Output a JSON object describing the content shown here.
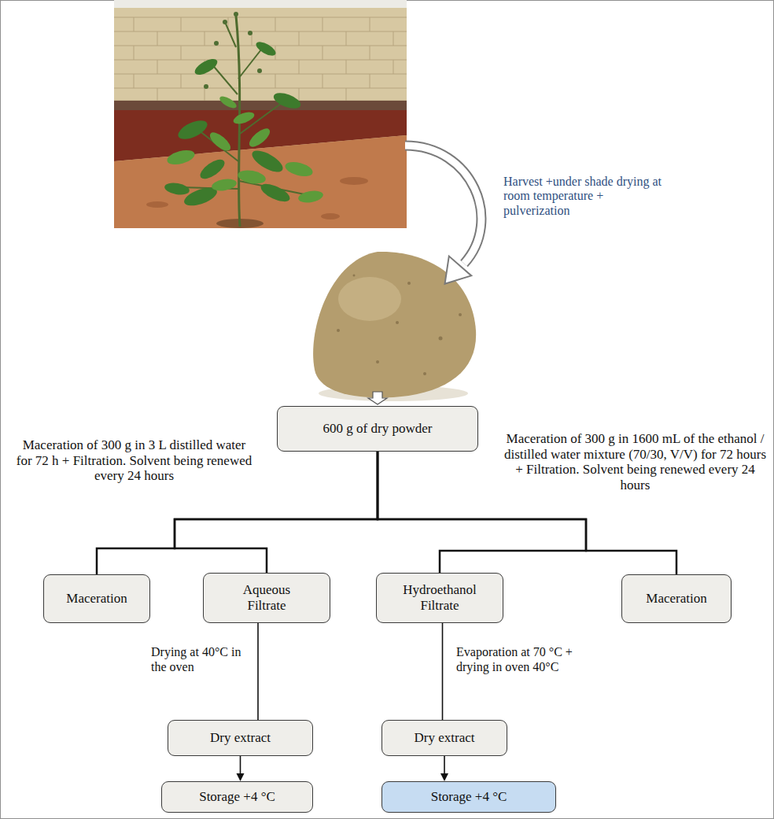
{
  "diagram": {
    "nodes": [
      {
        "text": [
          "600 g of dry powder"
        ]
      },
      {
        "text": [
          "Maceration"
        ]
      },
      {
        "text": [
          "Aqueous Filtrate"
        ]
      },
      {
        "text": [
          "Hydroethanol Filtrate"
        ]
      },
      {
        "text": [
          "Maceration"
        ]
      },
      {
        "text": [
          "Dry extract"
        ]
      },
      {
        "text": [
          "Storage +4 °C"
        ]
      },
      {
        "text": [
          "Dry extract"
        ]
      },
      {
        "text": [
          "Storage +4 °C"
        ]
      }
    ],
    "edges": [
      {
        "from": 0,
        "to": 1,
        "arrow": "none"
      },
      {
        "from": 0,
        "to": 2,
        "arrow": "none"
      },
      {
        "from": 0,
        "to": 3,
        "arrow": "none"
      },
      {
        "from": 0,
        "to": 4,
        "arrow": "none"
      },
      {
        "from": 2,
        "to": 5,
        "arrow": "none",
        "label": "Drying at 40°C in the oven"
      },
      {
        "from": 5,
        "to": 6,
        "arrow": "to"
      },
      {
        "from": 3,
        "to": 7,
        "arrow": "none",
        "label": "Evaporation at 70 °C + drying in oven 40°C"
      },
      {
        "from": 7,
        "to": 8,
        "arrow": "to"
      }
    ],
    "labels": [
      "Harvest +under shade drying at room temperature + pulverization",
      "Maceration of 300 g in 3 L distilled water for 72 h + Filtration. Solvent being renewed every 24 hours",
      "Maceration of 300 g in 1600 mL of the ethanol / distilled water mixture (70/30, V/V) for 72 hours + Filtration. Solvent being renewed every 24 hours"
    ]
  }
}
